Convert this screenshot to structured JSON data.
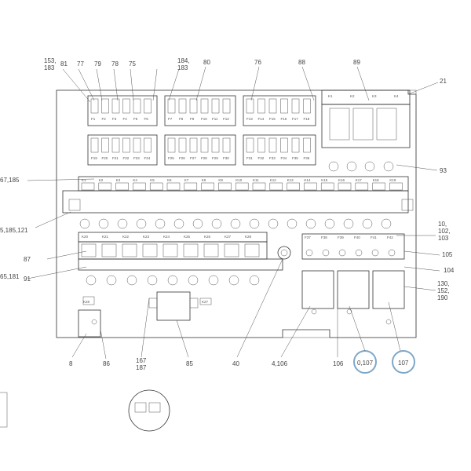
{
  "callouts": {
    "c153": "153,\n183",
    "c81": "81",
    "c77": "77",
    "c79": "79",
    "c78": "78",
    "c75": "75",
    "c184": "184,\n183",
    "c80": "80",
    "c76": "76",
    "c88": "88",
    "c89": "89",
    "c21": "21",
    "c93": "93",
    "c67": "67,185",
    "c5": "5,185,121",
    "c10": "10,\n102,\n103",
    "c105": "105",
    "c87": "87",
    "c104": "104",
    "c65": "65,181",
    "c91": "91",
    "c130": "130,\n152,\n190",
    "c8": "8",
    "c86": "86",
    "c167": "167\n187",
    "c85": "85",
    "c40": "40",
    "c4106": "4,106",
    "c106": "106",
    "c0107": "0,107",
    "c107": "107"
  },
  "fuse_row1": [
    "F1",
    "F2",
    "F3",
    "F4",
    "F5",
    "F6",
    "F7",
    "F8",
    "F9",
    "F10",
    "F11",
    "F12",
    "F13",
    "F14",
    "F15",
    "F16",
    "F17",
    "F18"
  ],
  "fuse_row2": [
    "F19",
    "F20",
    "F21",
    "F22",
    "F23",
    "F24",
    "F25",
    "F26",
    "F27",
    "F28",
    "F29",
    "F30",
    "F31",
    "F32",
    "F33",
    "F34",
    "F35",
    "F36"
  ],
  "relay_row1": [
    "K1",
    "K2",
    "K3",
    "K4",
    "K5",
    "K6",
    "K7",
    "K8",
    "K9",
    "K10",
    "K11",
    "K12",
    "K13",
    "K14",
    "K15",
    "K16",
    "K17",
    "K18",
    "K19"
  ],
  "relay_row2": [
    "K20",
    "K21",
    "K22",
    "K23",
    "K24",
    "K25",
    "K26",
    "K27",
    "K28"
  ],
  "fuse_row3": [
    "F37",
    "F38",
    "F39",
    "F40",
    "F41",
    "F42"
  ],
  "big_relays": [
    "K1",
    "K2",
    "K3",
    "K4"
  ],
  "misc": {
    "k28": "K28",
    "k27": "K27"
  },
  "colors": {
    "line": "#333333",
    "highlight": "#7ea7c9"
  }
}
